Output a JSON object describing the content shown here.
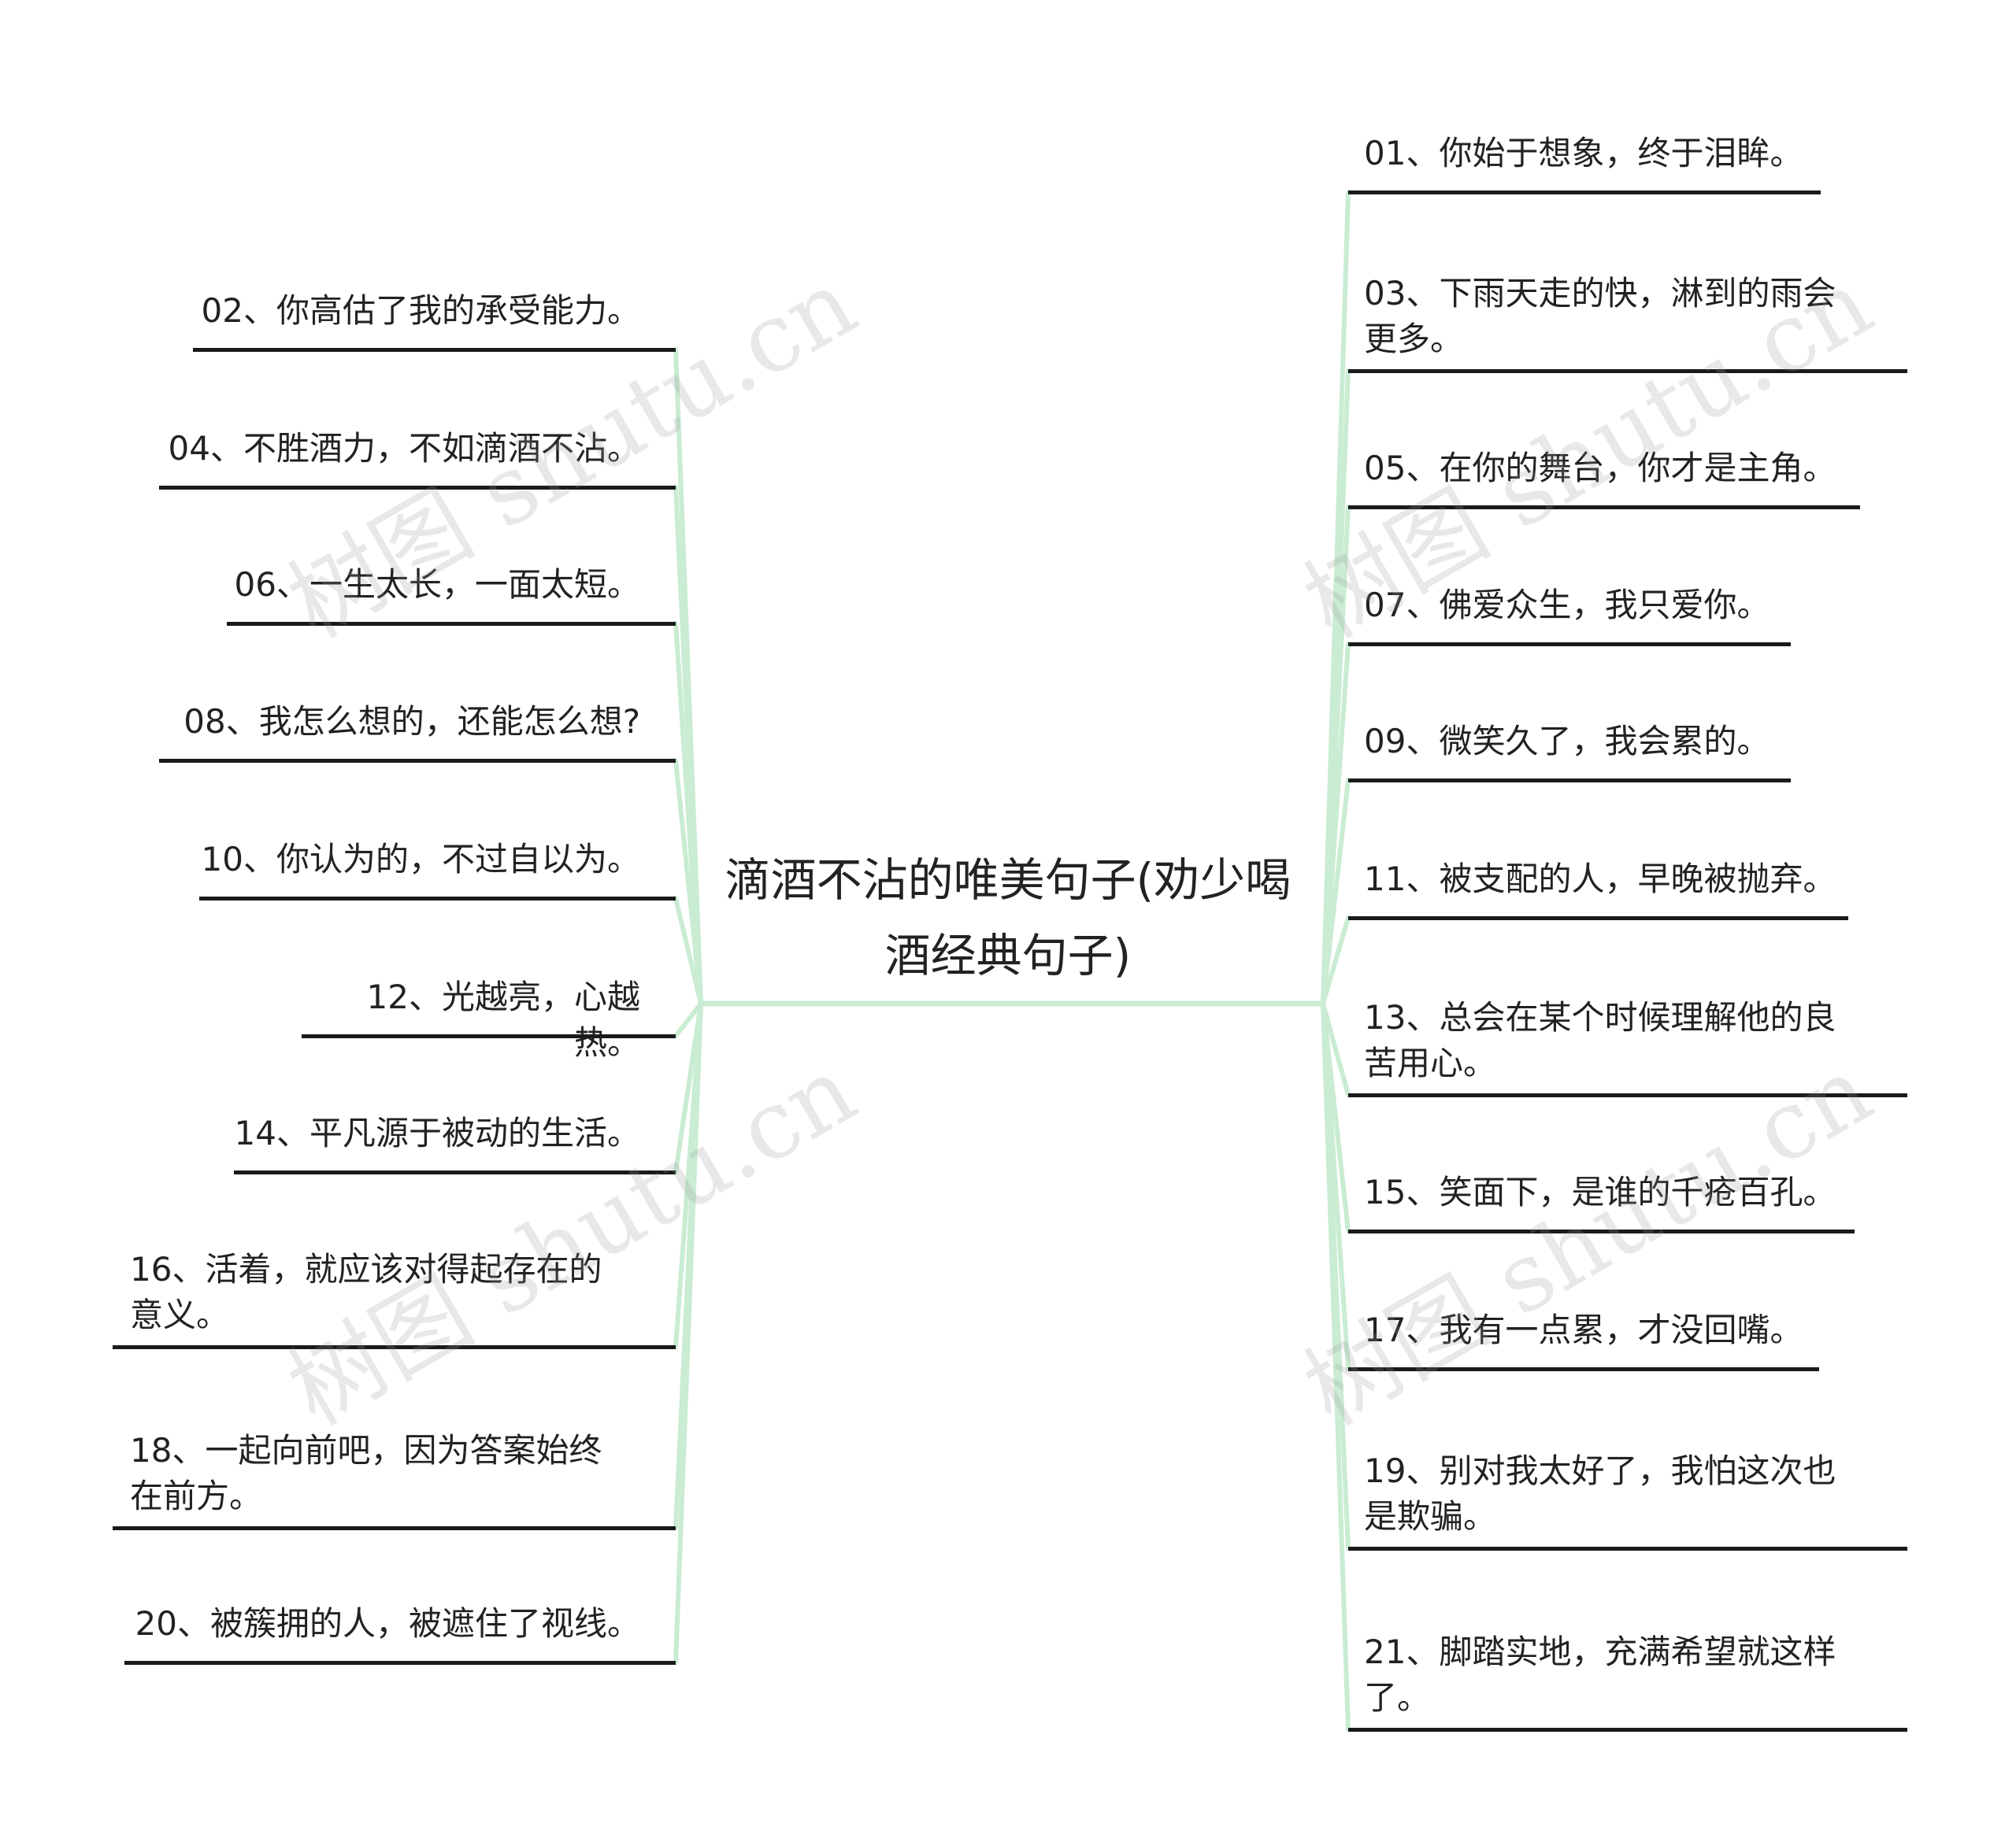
{
  "colors": {
    "branch": "#c9ecd2",
    "underline": "#1a1a1a",
    "text": "#222222",
    "watermark": "#bdbdbd"
  },
  "center": {
    "title": "滴酒不沾的唯美句子(劝少喝酒经典句子)"
  },
  "left_nodes": [
    {
      "id": "02",
      "text": "02、你高估了我的承受能力。"
    },
    {
      "id": "04",
      "text": "04、不胜酒力，不如滴酒不沾。"
    },
    {
      "id": "06",
      "text": "06、一生太长，一面太短。"
    },
    {
      "id": "08",
      "text": "08、我怎么想的，还能怎么想?"
    },
    {
      "id": "10",
      "text": "10、你认为的，不过自以为。"
    },
    {
      "id": "12",
      "text": "12、光越亮，心越热。"
    },
    {
      "id": "14",
      "text": "14、平凡源于被动的生活。"
    },
    {
      "id": "16",
      "text": "16、活着，就应该对得起存在的意义。"
    },
    {
      "id": "18",
      "text": "18、一起向前吧，因为答案始终在前方。"
    },
    {
      "id": "20",
      "text": "20、被簇拥的人，被遮住了视线。"
    }
  ],
  "right_nodes": [
    {
      "id": "01",
      "text": "01、你始于想象，终于泪眸。"
    },
    {
      "id": "03",
      "text": "03、下雨天走的快，淋到的雨会更多。"
    },
    {
      "id": "05",
      "text": "05、在你的舞台，你才是主角。"
    },
    {
      "id": "07",
      "text": "07、佛爱众生，我只爱你。"
    },
    {
      "id": "09",
      "text": "09、微笑久了，我会累的。"
    },
    {
      "id": "11",
      "text": "11、被支配的人，早晚被抛弃。"
    },
    {
      "id": "13",
      "text": "13、总会在某个时候理解他的良苦用心。"
    },
    {
      "id": "15",
      "text": "15、笑面下，是谁的千疮百孔。"
    },
    {
      "id": "17",
      "text": "17、我有一点累，才没回嘴。"
    },
    {
      "id": "19",
      "text": "19、别对我太好了，我怕这次也是欺骗。"
    },
    {
      "id": "21",
      "text": "21、脚踏实地，充满希望就这样了。"
    }
  ],
  "watermarks": [
    "树图 shutu.cn",
    "树图 shutu.cn",
    "树图 shutu.cn",
    "树图 shutu.cn"
  ]
}
